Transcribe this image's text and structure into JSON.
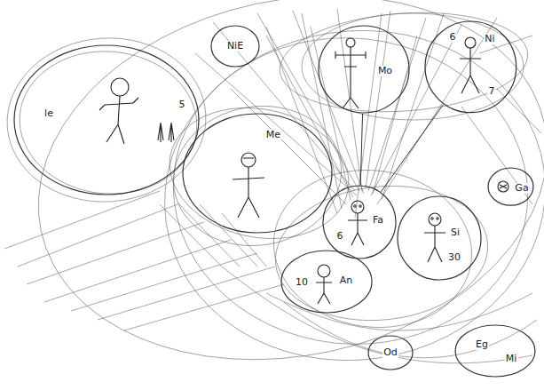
{
  "diagram": {
    "nodes": [
      {
        "text": [
          "le",
          "5"
        ]
      },
      {
        "text": [
          "NiE"
        ]
      },
      {
        "text": [
          "Mo"
        ]
      },
      {
        "text": [
          "6",
          "Ni",
          "7"
        ]
      },
      {
        "text": [
          "Me"
        ]
      },
      {
        "text": [
          "6",
          "Fa"
        ]
      },
      {
        "text": [
          "Si",
          "30"
        ]
      },
      {
        "text": [
          "10",
          "An"
        ]
      },
      {
        "text": [
          "Ga"
        ]
      },
      {
        "text": [
          "Od"
        ]
      },
      {
        "text": [
          "Eg",
          "Mi"
        ]
      }
    ],
    "edges": [
      {
        "from": 5,
        "to": 2,
        "arrow": "none"
      },
      {
        "from": 5,
        "to": 3,
        "arrow": "none"
      }
    ]
  }
}
